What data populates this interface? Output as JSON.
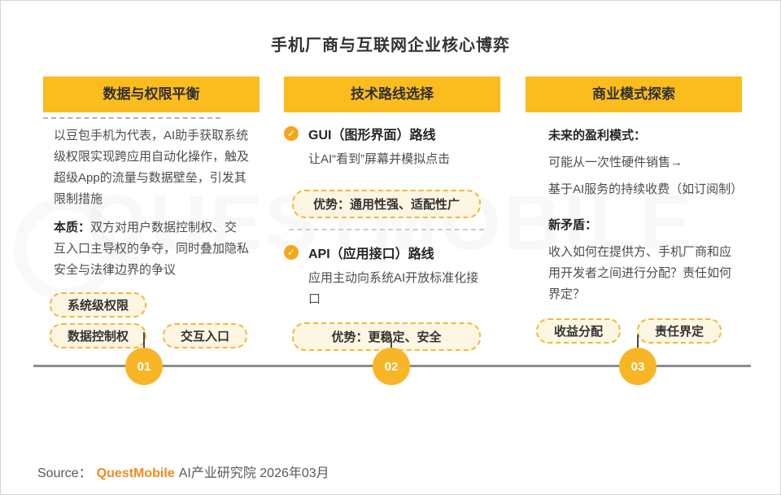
{
  "title": "手机厂商与互联网企业核心博弈",
  "watermark": "QUESTMOBILE",
  "columns": [
    {
      "header": "数据与权限平衡",
      "para1": "以豆包手机为代表，AI助手获取系统级权限实现跨应用自动化操作，触及超级App的流量与数据壁垒，引发其限制措施",
      "para2_label": "本质：",
      "para2": "双方对用户数据控制权、交互入口主导权的争夺，同时叠加隐私安全与法律边界的争议",
      "tags": [
        "系统级权限",
        "数据控制权",
        "交互入口"
      ],
      "number": "01"
    },
    {
      "header": "技术路线选择",
      "routes": [
        {
          "title": "GUI（图形界面）路线",
          "desc": "让AI“看到”屏幕并模拟点击",
          "pill": "优势：通用性强、适配性广"
        },
        {
          "title": "API（应用接口）路线",
          "desc": "应用主动向系统AI开放标准化接口",
          "pill": "优势：更稳定、安全"
        }
      ],
      "check_glyph": "✓",
      "number": "02"
    },
    {
      "header": "商业模式探索",
      "para1_label": "未来的盈利模式：",
      "lines": [
        "可能从一次性硬件销售→",
        "基于AI服务的持续收费（如订阅制）"
      ],
      "para2_label": "新矛盾：",
      "para2": "收入如何在提供方、手机厂商和应用开发者之间进行分配？责任如何界定？",
      "tags": [
        "收益分配",
        "责任界定"
      ],
      "number": "03"
    }
  ],
  "footer": {
    "source_label": "Source：",
    "brand": "QuestMobile",
    "rest": "AI产业研究院 2026年03月"
  },
  "colors": {
    "header_yellow": "#FBBC1E",
    "circle_yellow": "#F8B525",
    "check_orange": "#F5A71B",
    "pill_bg": "#FDF6E3",
    "pill_border": "#F3B83A",
    "brand_orange": "#F28A1E",
    "timeline_gray": "#8c8c8c"
  }
}
